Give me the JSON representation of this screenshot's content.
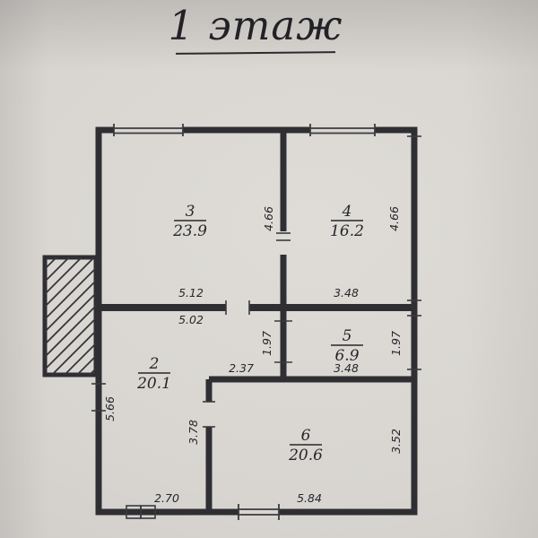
{
  "title": "1 этаж",
  "rooms": {
    "r2": {
      "number": "2",
      "area": "20.1"
    },
    "r3": {
      "number": "3",
      "area": "23.9"
    },
    "r4": {
      "number": "4",
      "area": "16.2"
    },
    "r5": {
      "number": "5",
      "area": "6.9"
    },
    "r6": {
      "number": "6",
      "area": "20.6"
    }
  },
  "dims": {
    "wall34": "4.66",
    "room4_right": "4.66",
    "room3_width": "5.12",
    "room4_width": "3.48",
    "room2_top": "5.02",
    "room5_left": "1.97",
    "room5_right": "1.97",
    "room5_width": "3.48",
    "room2_nook": "2.37",
    "room6_left": "3.78",
    "room6_right": "3.52",
    "room2_left": "5.66",
    "room2_bottom": "2.70",
    "room6_bottom": "5.84"
  },
  "colors": {
    "ink": "#2f2f33",
    "paper": "#d9d6d2"
  }
}
